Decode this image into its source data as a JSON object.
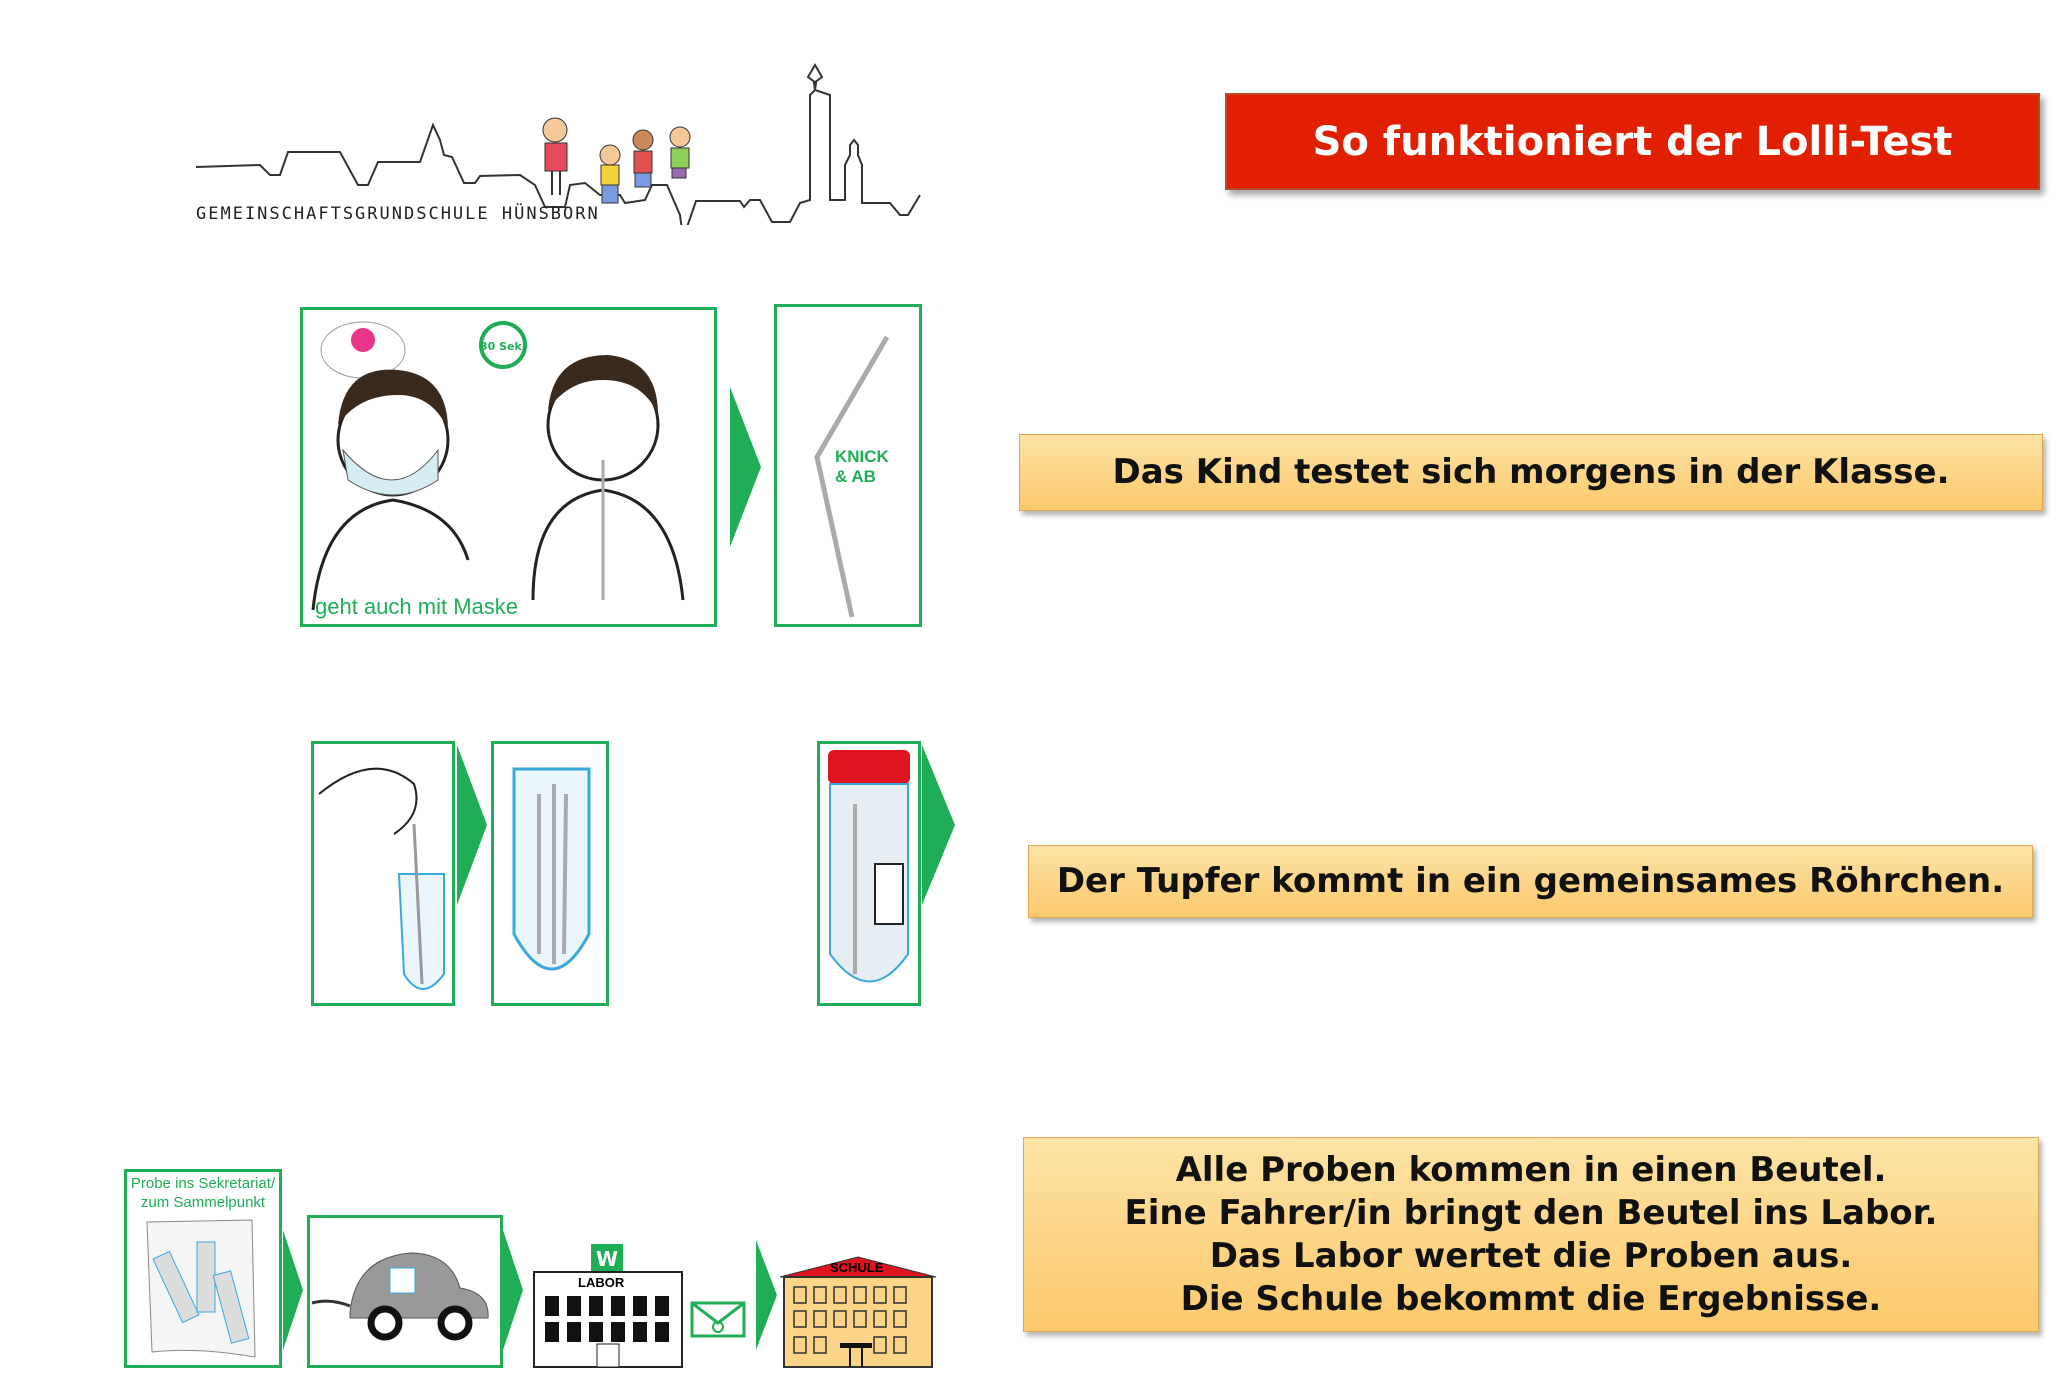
{
  "header": {
    "school_name": "GEMEINSCHAFTSGRUNDSCHULE HÜNSBORN",
    "title": "So funktioniert der Lolli-Test"
  },
  "steps": [
    {
      "text_lines": [
        "Das Kind testet sich morgens in der Klasse."
      ],
      "illustration_labels": {
        "mask_note": "geht auch mit Maske",
        "timer": "30 Sek.",
        "knick": "KNICK",
        "ab": "& AB"
      }
    },
    {
      "text_lines": [
        "Der Tupfer kommt in ein gemeinsames Röhrchen."
      ]
    },
    {
      "text_lines": [
        "Alle Proben kommen in einen Beutel.",
        "Eine Fahrer/in bringt den Beutel ins Labor.",
        "Das Labor wertet die Proben aus.",
        "Die Schule bekommt die Ergebnisse."
      ],
      "illustration_labels": {
        "sample_line1": "Probe ins Sekretariat/",
        "sample_line2": "zum Sammelpunkt",
        "lab": "LABOR",
        "school": "SCHULE"
      }
    }
  ],
  "colors": {
    "title_bg": "#e02000",
    "box_bg": "#fcd488",
    "panel_border": "#1fae55",
    "arrow": "#1fae55"
  }
}
